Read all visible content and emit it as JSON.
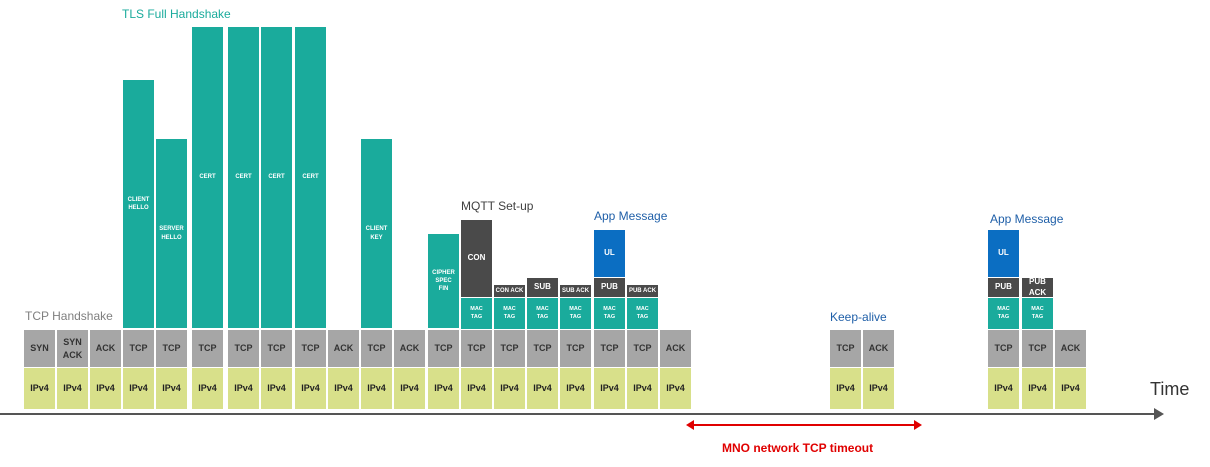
{
  "labels": {
    "tls_full_handshake": "TLS Full Handshake",
    "tcp_handshake": "TCP Handshake",
    "mqtt_setup": "MQTT Set-up",
    "app_message_1": "App Message",
    "keep_alive": "Keep-alive",
    "app_message_2": "App Message",
    "time": "Time",
    "mno_timeout": "MNO network TCP timeout"
  },
  "colors": {
    "ipv4": "#d8e08a",
    "transport": "#a6a6a6",
    "tls": "#1aab9c",
    "mqtt": "#4a4a4a",
    "app_ul": "#0b6ec2",
    "timeout": "#e00000",
    "label_tls": "#1aab9c",
    "label_blue": "#1f5fa8",
    "label_gray": "#7f7f7f",
    "label_dark": "#404040"
  },
  "packets": [
    {
      "ipv4": "IPv4",
      "l4": "SYN"
    },
    {
      "ipv4": "IPv4",
      "l4": "SYN\nACK"
    },
    {
      "ipv4": "IPv4",
      "l4": "ACK"
    },
    {
      "ipv4": "IPv4",
      "l4": "TCP",
      "tls": "CLIENT\nHELLO"
    },
    {
      "ipv4": "IPv4",
      "l4": "TCP",
      "tls": "SERVER\nHELLO"
    },
    {
      "ipv4": "IPv4",
      "l4": "TCP",
      "tls": "CERT"
    },
    {
      "ipv4": "IPv4",
      "l4": "TCP",
      "tls": "CERT"
    },
    {
      "ipv4": "IPv4",
      "l4": "TCP",
      "tls": "CERT"
    },
    {
      "ipv4": "IPv4",
      "l4": "TCP",
      "tls": "CERT"
    },
    {
      "ipv4": "IPv4",
      "l4": "ACK"
    },
    {
      "ipv4": "IPv4",
      "l4": "TCP",
      "tls": "CLIENT\nKEY"
    },
    {
      "ipv4": "IPv4",
      "l4": "ACK"
    },
    {
      "ipv4": "IPv4",
      "l4": "TCP",
      "tls": "CIPHER\nSPEC\nFIN"
    },
    {
      "ipv4": "IPv4",
      "l4": "TCP",
      "mac": "MAC\nTAG",
      "mqtt": "CON"
    },
    {
      "ipv4": "IPv4",
      "l4": "TCP",
      "mac": "MAC\nTAG",
      "mqtt": "CON ACK"
    },
    {
      "ipv4": "IPv4",
      "l4": "TCP",
      "mac": "MAC\nTAG",
      "mqtt": "SUB"
    },
    {
      "ipv4": "IPv4",
      "l4": "TCP",
      "mac": "MAC\nTAG",
      "mqtt": "SUB ACK"
    },
    {
      "ipv4": "IPv4",
      "l4": "TCP",
      "mac": "MAC\nTAG",
      "mqtt": "PUB",
      "app": "UL"
    },
    {
      "ipv4": "IPv4",
      "l4": "TCP",
      "mac": "MAC\nTAG",
      "mqtt": "PUB ACK"
    },
    {
      "ipv4": "IPv4",
      "l4": "ACK"
    },
    {
      "ipv4": "IPv4",
      "l4": "TCP"
    },
    {
      "ipv4": "IPv4",
      "l4": "ACK"
    },
    {
      "ipv4": "IPv4",
      "l4": "TCP",
      "mac": "MAC\nTAG",
      "mqtt": "PUB",
      "app": "UL"
    },
    {
      "ipv4": "IPv4",
      "l4": "TCP",
      "mac": "MAC\nTAG",
      "mqtt": "PUB\nACK"
    },
    {
      "ipv4": "IPv4",
      "l4": "ACK"
    }
  ]
}
